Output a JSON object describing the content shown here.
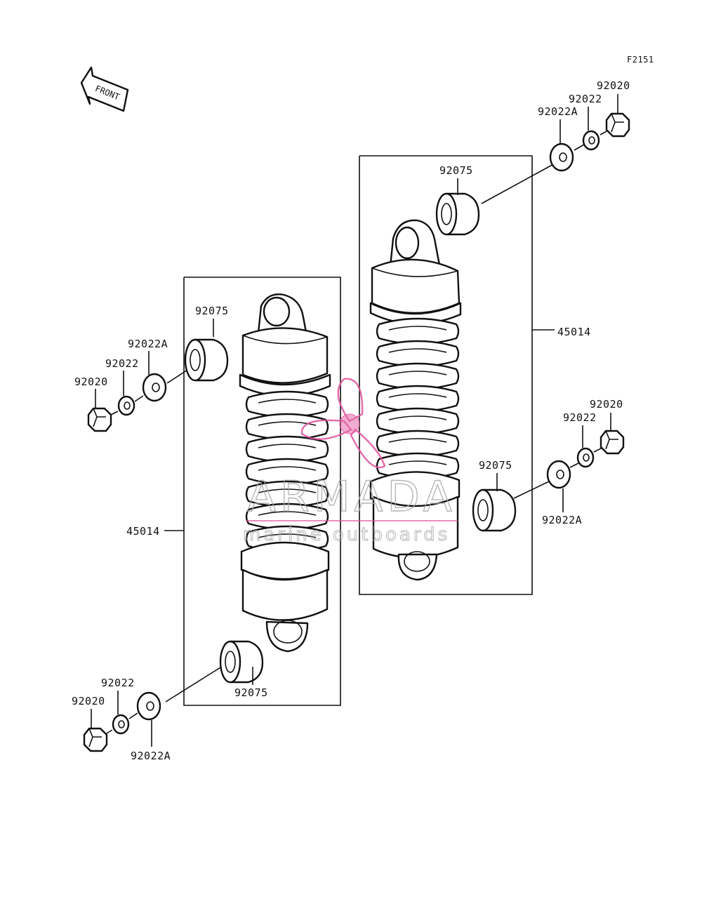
{
  "diagram": {
    "code": "F2151",
    "front_label": "FRONT",
    "watermark": {
      "brand": "ARMADA",
      "tagline": "marine outboards",
      "accent_color": "#e0509a"
    },
    "labels": {
      "r_top_nut": "92020",
      "r_top_washer": "92022",
      "r_top_washer_a": "92022A",
      "r_top_collar": "92075",
      "r_assembly": "45014",
      "r_bot_nut": "92020",
      "r_bot_washer": "92022",
      "r_bot_collar": "92075",
      "r_bot_washer_a": "92022A",
      "l_top_collar": "92075",
      "l_top_washer_a": "92022A",
      "l_top_washer": "92022",
      "l_top_nut": "92020",
      "l_assembly": "45014",
      "l_bot_washer": "92022",
      "l_bot_nut": "92020",
      "l_bot_collar": "92075",
      "l_bot_washer_a": "92022A"
    }
  }
}
